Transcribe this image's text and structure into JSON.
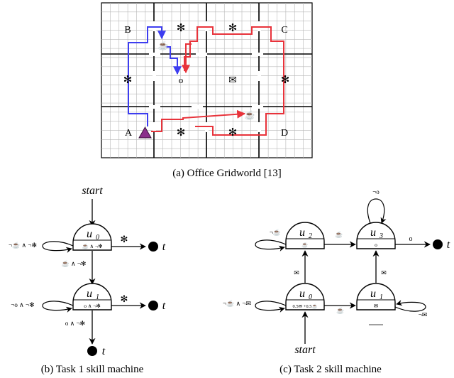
{
  "panel_a": {
    "caption": "(a) Office Gridworld [13]",
    "rooms": [
      "A",
      "B",
      "C",
      "D"
    ],
    "decoration_symbol": "✻",
    "mail_symbol": "✉",
    "office_symbol": "o",
    "coffee_symbol": "☕"
  },
  "panel_b": {
    "caption": "(b) Task 1 skill machine",
    "start": "start",
    "u0": "u",
    "u0_sub": "0",
    "u1": "u",
    "u1_sub": "1",
    "u0_skill": "☕ ∧ ¬✻",
    "u1_skill": "o ∧ ¬✻",
    "loop_u0": "¬☕ ∧ ¬✻",
    "loop_u1": "¬o ∧ ¬✻",
    "edge_u0_u1": "☕ ∧ ¬✻",
    "edge_u1_t": "o ∧ ¬✻",
    "edge_u0_t": "✻",
    "edge_u1_t_right": "✻",
    "terminal": "t"
  },
  "panel_c": {
    "caption": "(c) Task 2 skill machine",
    "start": "start",
    "u0": "u",
    "u0_sub": "0",
    "u1": "u",
    "u1_sub": "1",
    "u2": "u",
    "u2_sub": "2",
    "u3": "u",
    "u3_sub": "3",
    "u0_skill": "0.5✉ +0.5☕",
    "u1_skill": "✉",
    "u2_skill": "☕",
    "u3_skill": "o",
    "loop_u0": "¬☕ ∧ ¬✉",
    "loop_u1": "¬✉",
    "loop_u2": "¬☕",
    "loop_u3": "¬o",
    "edge_u0_u2": "✉",
    "edge_u0_u1": "☕",
    "edge_u2_u3": "☕",
    "edge_u1_u3": "✉",
    "edge_u3_t": "o",
    "terminal": "t"
  }
}
